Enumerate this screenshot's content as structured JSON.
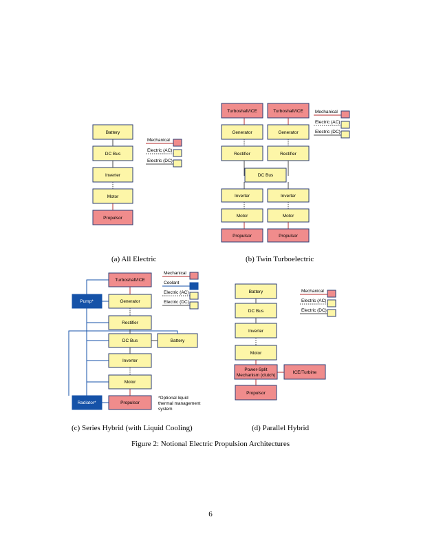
{
  "colors": {
    "electric_fill": "#fdf6a8",
    "mechanical_fill": "#f08c8c",
    "thermal_fill": "#1552a8",
    "box_border": "#2c3e76",
    "mechanical_line": "#b52a2a",
    "electric_line": "#444444",
    "coolant_line": "#1552a8"
  },
  "legend": {
    "mechanical": "Mechanical",
    "electric_ac": "Electric (AC)",
    "electric_dc": "Electric (DC)",
    "coolant": "Coolant"
  },
  "diagrams": {
    "a": {
      "caption": "(a) All Electric",
      "battery": "Battery",
      "dc_bus": "DC Bus",
      "inverter": "Inverter",
      "motor": "Motor",
      "propulsor": "Propulsor"
    },
    "b": {
      "caption": "(b) Twin Turboelectric",
      "turboshaft_1": "Turboshaft/ICE",
      "turboshaft_2": "Turboshaft/ICE",
      "generator_1": "Generator",
      "generator_2": "Generator",
      "rectifier_1": "Rectifier",
      "rectifier_2": "Rectifier",
      "dc_bus": "DC Bus",
      "inverter_1": "Inverter",
      "inverter_2": "Inverter",
      "motor_1": "Motor",
      "motor_2": "Motor",
      "propulsor_1": "Propulsor",
      "propulsor_2": "Propulsor"
    },
    "c": {
      "caption": "(c) Series Hybrid (with Liquid Cooling)",
      "turboshaft": "Turboshaft/ICE",
      "pump": "Pump*",
      "generator": "Generator",
      "rectifier": "Rectifier",
      "dc_bus": "DC Bus",
      "battery": "Battery",
      "inverter": "Inverter",
      "motor": "Motor",
      "radiator": "Radiator*",
      "propulsor": "Propulsor",
      "note_line1": "*Optional liquid",
      "note_line2": "thermal management",
      "note_line3": "system"
    },
    "d": {
      "caption": "(d) Parallel Hybrid",
      "battery": "Battery",
      "dc_bus": "DC Bus",
      "inverter": "Inverter",
      "motor": "Motor",
      "power_split_line1": "Power-Split",
      "power_split_line2": "Mechanism (clutch)",
      "ice_turbine": "ICE/Turbine",
      "propulsor": "Propulsor"
    }
  },
  "figure_caption": "Figure 2: Notional Electric Propulsion Architectures",
  "page_number": "6"
}
